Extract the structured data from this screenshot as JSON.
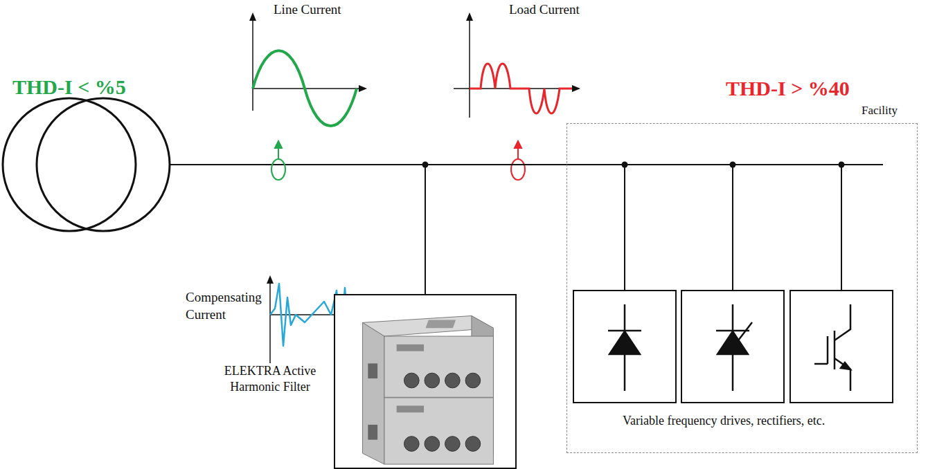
{
  "diagram": {
    "nodes": [
      {
        "text": [
          "Facility",
          "Variable frequency drives, rectifiers, etc."
        ]
      },
      {
        "text": [
          "ELEKTRA Active Harmonic Filter"
        ]
      }
    ],
    "edges": [
      {
        "from": 1,
        "to": 0,
        "arrow": "none"
      }
    ],
    "labels": [
      "Line Current",
      "Load Current",
      "THD-I < %5",
      "THD-I > %40",
      "Compensating Current"
    ]
  }
}
